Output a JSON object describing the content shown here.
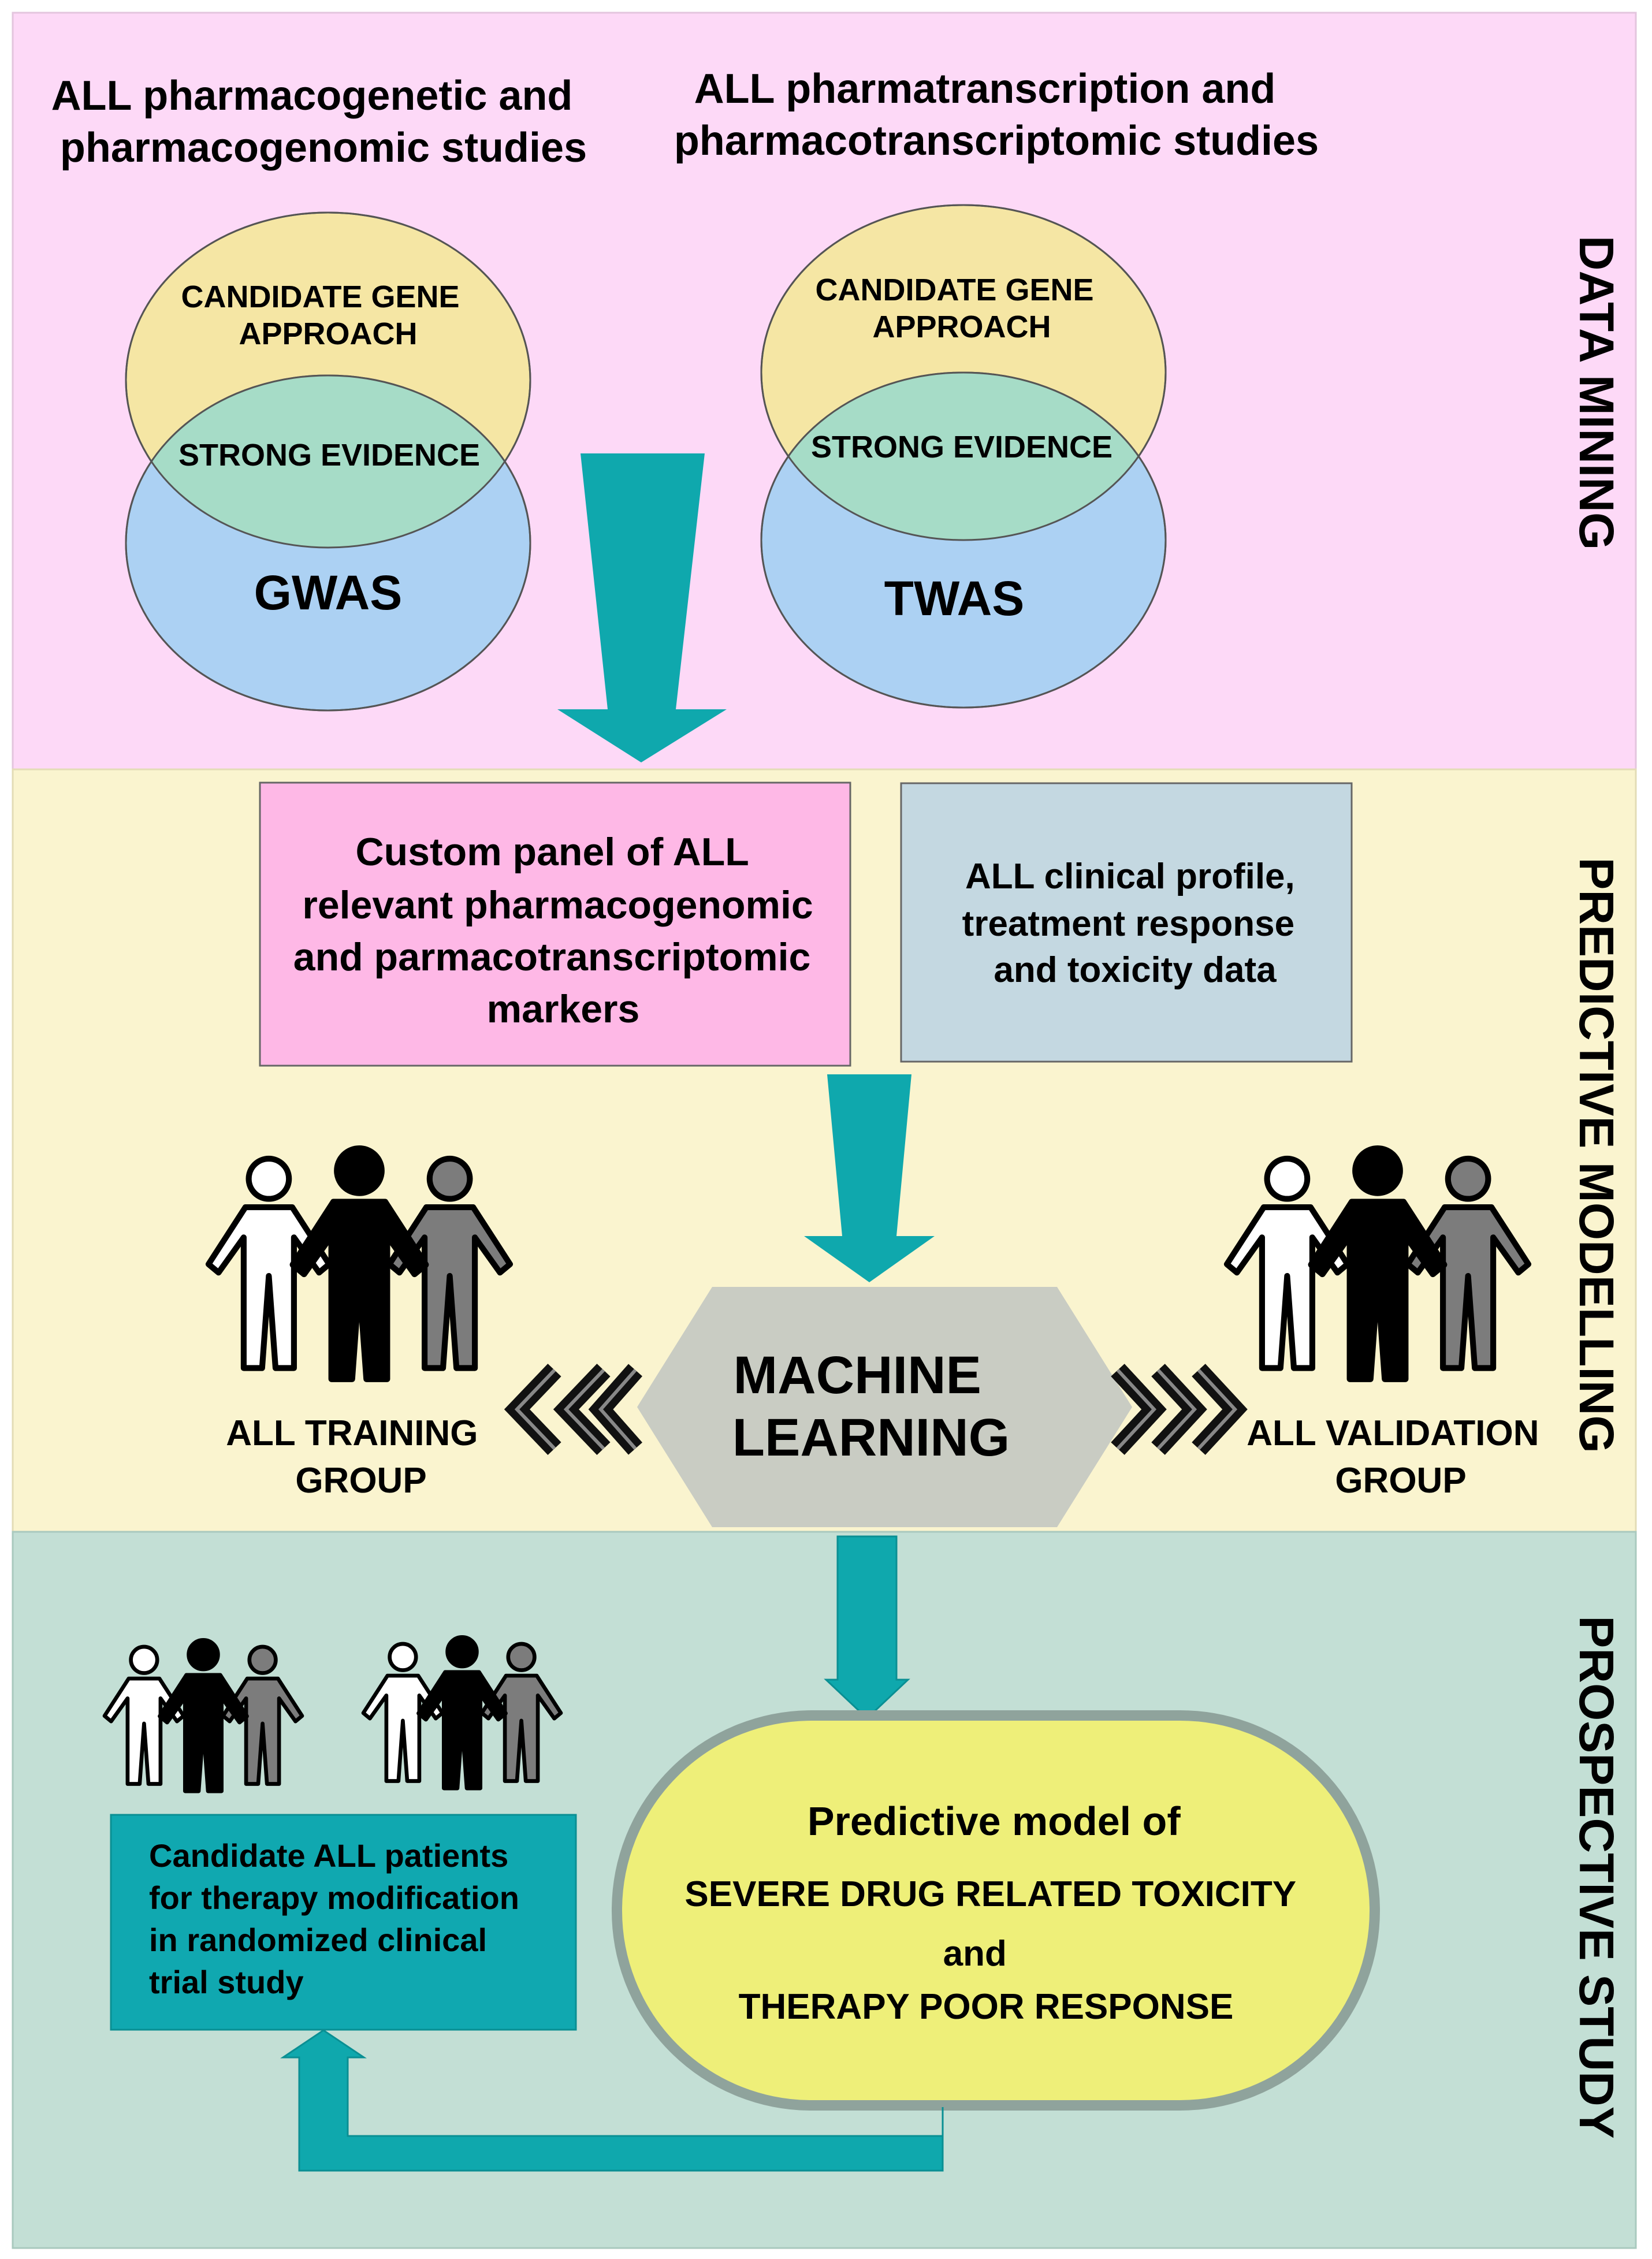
{
  "data_mining": {
    "section_title": "DATA MINING",
    "left_heading": [
      "ALL pharmacogenetic and",
      "pharmacogenomic studies"
    ],
    "right_heading": [
      "ALL pharmatranscription and",
      "pharmacotranscriptomic studies"
    ],
    "left_venn": {
      "top_label": [
        "CANDIDATE GENE",
        "APPROACH"
      ],
      "overlap_label": "STRONG EVIDENCE",
      "bottom_label": "GWAS"
    },
    "right_venn": {
      "top_label": [
        "CANDIDATE GENE",
        "APPROACH"
      ],
      "overlap_label": "STRONG EVIDENCE",
      "bottom_label": "TWAS"
    }
  },
  "predictive_modelling": {
    "section_title": "PREDICTIVE  MODELLING",
    "panel_box": [
      "Custom panel of ALL",
      "relevant pharmacogenomic",
      "and parmacotranscriptomic",
      "markers"
    ],
    "clinical_box": [
      "ALL clinical profile,",
      "treatment response",
      "and toxicity data"
    ],
    "machine_learning": [
      "MACHINE",
      "LEARNING"
    ],
    "training_group": [
      "ALL TRAINING",
      "GROUP"
    ],
    "validation_group": [
      "ALL VALIDATION",
      "GROUP"
    ]
  },
  "prospective_study": {
    "section_title": "PROSPECTIVE STUDY",
    "candidate_box": [
      "Candidate ALL patients",
      "for therapy modification",
      "in randomized clinical",
      "trial study"
    ],
    "model": {
      "line1": "Predictive model of",
      "line2": "SEVERE DRUG RELATED TOXICITY",
      "line3": "and",
      "line4": "THERAPY POOR RESPONSE"
    }
  },
  "colors": {
    "data_mining_bg": "#fdd9f7",
    "modelling_bg": "#faf4cf",
    "prospective_bg": "#c3dfd5",
    "teal_arrow": "#0fa8ad",
    "venn_top": "#f5e6a4",
    "venn_bottom": "#acd1f3",
    "venn_overlap": "#a6dcc7",
    "panel_box": "#feb8e6",
    "clinical_box": "#c4d8e1",
    "ml_hexagon": "#c9ccc3",
    "candidate_box": "#10a8b0",
    "model_fill": "#eeef79",
    "model_border": "#8fa39c"
  }
}
